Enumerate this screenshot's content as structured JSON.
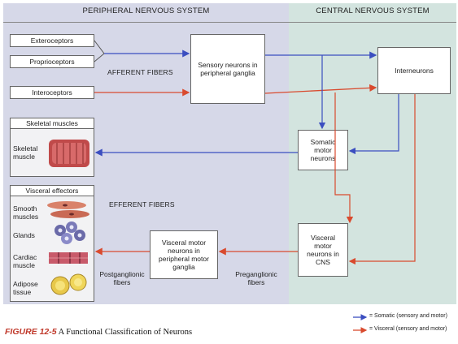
{
  "headers": {
    "pns": "PERIPHERAL NERVOUS SYSTEM",
    "cns": "CENTRAL NERVOUS SYSTEM"
  },
  "receptors": [
    "Exteroceptors",
    "Proprioceptors",
    "Interoceptors"
  ],
  "labels": {
    "afferent": "AFFERENT FIBERS",
    "efferent": "EFFERENT FIBERS",
    "postganglionic": "Postganglionic fibers",
    "preganglionic": "Preganglionic fibers"
  },
  "neurons": {
    "sensory": "Sensory neurons in peripheral ganglia",
    "interneurons": "Interneurons",
    "somatic_motor": "Somatic motor neurons",
    "visceral_cns": "Visceral motor neurons in CNS",
    "visceral_peripheral": "Visceral motor neurons in peripheral motor ganglia"
  },
  "effectors": {
    "skeletal_title": "Skeletal muscles",
    "skeletal_item": "Skeletal muscle",
    "visceral_title": "Visceral effectors",
    "items": [
      "Smooth muscles",
      "Glands",
      "Cardiac muscle",
      "Adipose tissue"
    ]
  },
  "legend": {
    "somatic": "= Somatic (sensory and motor)",
    "visceral": "= Visceral (sensory and motor)"
  },
  "caption": {
    "label": "FIGURE 12-5",
    "title": "A Functional Classification of Neurons"
  },
  "colors": {
    "somatic": "#3b4ec0",
    "visceral": "#d94a2e",
    "pns_bg": "#d6d8e8",
    "cns_bg": "#d3e4df"
  }
}
